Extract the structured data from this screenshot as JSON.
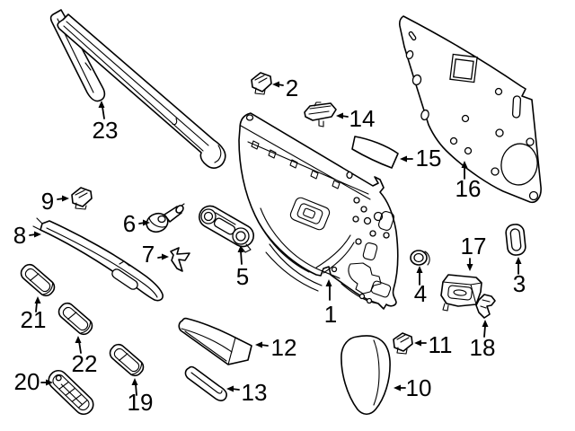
{
  "diagram": {
    "background_color": "#ffffff",
    "line_color": "#000000",
    "callouts": {
      "c1": "1",
      "c2": "2",
      "c3": "3",
      "c4": "4",
      "c5": "5",
      "c6": "6",
      "c7": "7",
      "c8": "8",
      "c9": "9",
      "c10": "10",
      "c11": "11",
      "c12": "12",
      "c13": "13",
      "c14": "14",
      "c15": "15",
      "c16": "16",
      "c17": "17",
      "c18": "18",
      "c19": "19",
      "c20": "20",
      "c21": "21",
      "c22": "22",
      "c23": "23"
    }
  }
}
